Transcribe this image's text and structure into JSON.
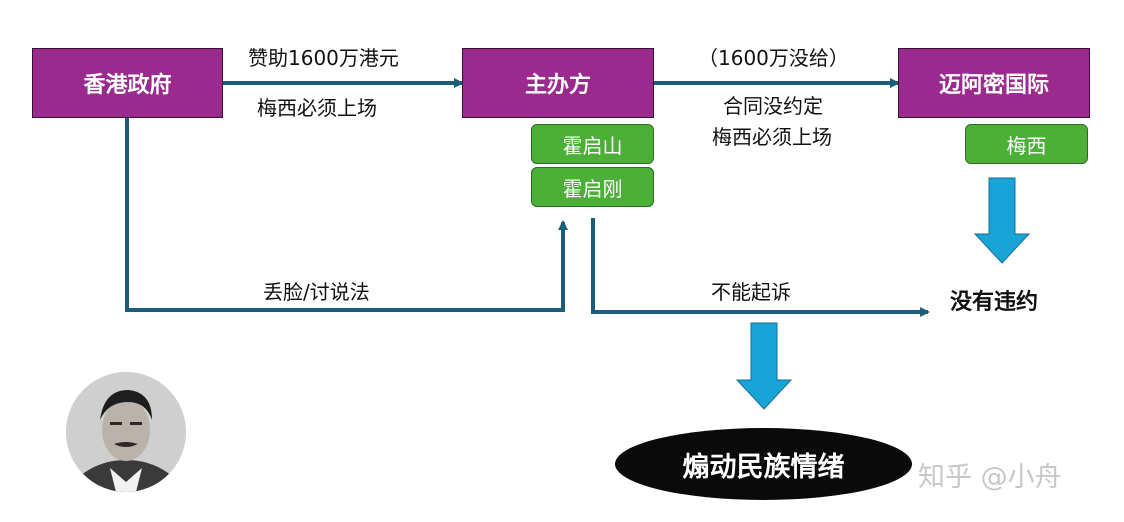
{
  "nodes": {
    "hk_gov": "香港政府",
    "organizer": "主办方",
    "inter_miami": "迈阿密国际",
    "huo_qishan": "霍启山",
    "huo_qigang": "霍启刚",
    "messi": "梅西"
  },
  "edges": {
    "sponsor_top": "赞助1600万港元",
    "sponsor_bottom": "梅西必须上场",
    "not_paid": "（1600万没给）",
    "contract_line1": "合同没约定",
    "contract_line2": "梅西必须上场",
    "lose_face": "丢脸/讨说法",
    "cannot_sue": "不能起诉"
  },
  "outcomes": {
    "no_breach": "没有违约",
    "incite": "煽动民族情绪"
  },
  "watermark": "知乎 @小舟",
  "colors": {
    "purple_box": "#9b2a8f",
    "green_box": "#4caf38",
    "line_teal": "#1c5e78",
    "down_arrow_blue": "#1aa3d6",
    "ellipse": "#0a0a0a"
  }
}
